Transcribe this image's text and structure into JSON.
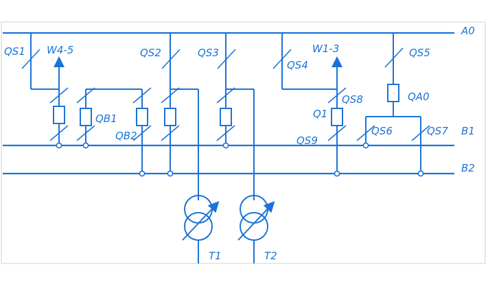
{
  "colors": {
    "line": "#1a73d8",
    "border": "#d0d0d0",
    "background": "#ffffff"
  },
  "buses": {
    "a0": "A0",
    "b1": "B1",
    "b2": "B2"
  },
  "labels": {
    "qs1": "QS1",
    "w45": "W4-5",
    "qs2": "QS2",
    "qs3": "QS3",
    "w13": "W1-3",
    "qs4": "QS4",
    "qs5": "QS5",
    "qa0": "QA0",
    "qb1": "QB1",
    "qb2": "QB2",
    "q1": "Q1",
    "qs8": "QS8",
    "qs6": "QS6",
    "qs7": "QS7",
    "qs9": "QS9",
    "t1": "T1",
    "t2": "T2"
  }
}
